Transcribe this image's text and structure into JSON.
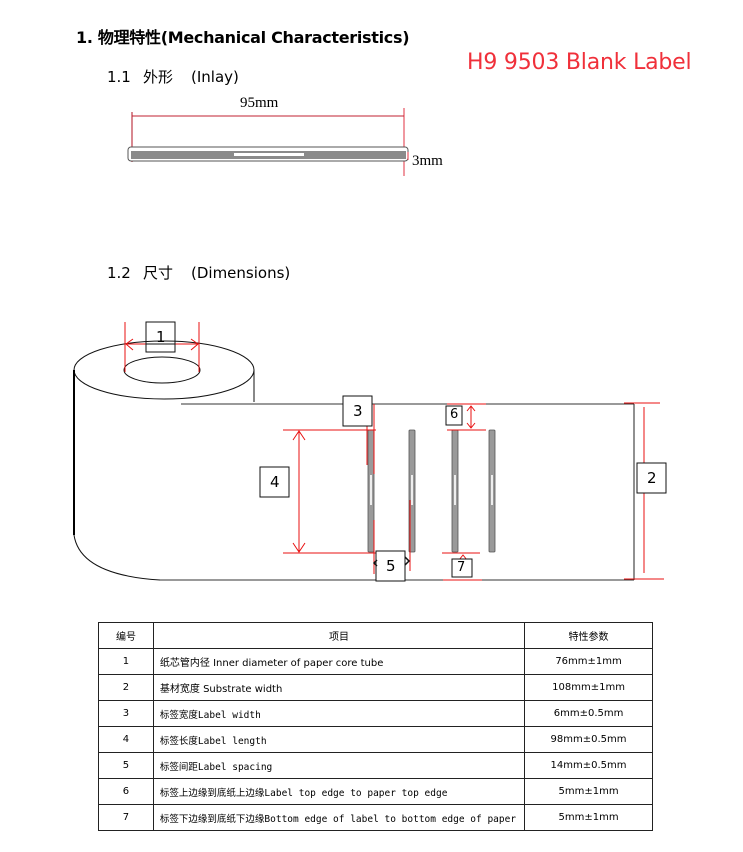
{
  "section": {
    "number": "1.",
    "title": "物理特性(Mechanical Characteristics)"
  },
  "brand_label": "H9 9503 Blank Label",
  "brand_color": "#f0303a",
  "subsections": [
    {
      "number": "1.1",
      "cn": "外形",
      "en": "(Inlay)"
    },
    {
      "number": "1.2",
      "cn": "尺寸",
      "en": "(Dimensions)"
    }
  ],
  "inlay": {
    "width_label": "95mm",
    "height_label": "3mm"
  },
  "dimension_markers": [
    "1",
    "2",
    "3",
    "4",
    "5",
    "6",
    "7"
  ],
  "table": {
    "headers": [
      "编号",
      "项目",
      "特性参数"
    ],
    "rows": [
      {
        "no": "1",
        "item": "纸芯管内径 Inner diameter of paper core tube",
        "value": "76mm±1mm"
      },
      {
        "no": "2",
        "item": "基材宽度 Substrate width",
        "value": "108mm±1mm"
      },
      {
        "no": "3",
        "item": "标签宽度Label width",
        "value": "6mm±0.5mm"
      },
      {
        "no": "4",
        "item": "标签长度Label length",
        "value": "98mm±0.5mm"
      },
      {
        "no": "5",
        "item": "标签间距Label spacing",
        "value": "14mm±0.5mm"
      },
      {
        "no": "6",
        "item": "标签上边缘到底纸上边缘Label top edge to paper top edge",
        "value": "5mm±1mm"
      },
      {
        "no": "7",
        "item": "标签下边缘到底纸下边缘Bottom edge of label to bottom edge of paper",
        "value": "5mm±1mm"
      }
    ]
  }
}
